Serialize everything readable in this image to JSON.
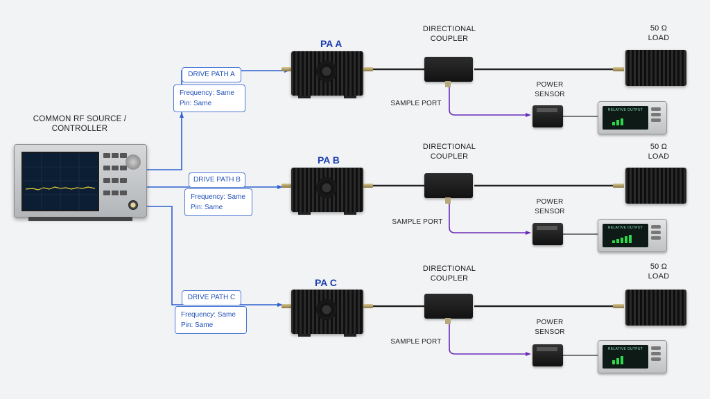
{
  "source": {
    "title_line1": "COMMON RF SOURCE /",
    "title_line2": "CONTROLLER"
  },
  "paths": [
    {
      "drive_label": "DRIVE PATH A",
      "frequency": "Frequency: Same",
      "pin": "Pin: Same",
      "pa_label": "PA A",
      "coupler_line1": "DIRECTIONAL",
      "coupler_line2": "COUPLER",
      "load_line1": "50 Ω",
      "load_line2": "LOAD",
      "sample_port": "SAMPLE PORT",
      "sensor_line1": "POWER",
      "sensor_line2": "SENSOR",
      "meter_label": "RELATIVE OUTPUT"
    },
    {
      "drive_label": "DRIVE PATH B",
      "frequency": "Frequency: Same",
      "pin": "Pin: Same",
      "pa_label": "PA B",
      "coupler_line1": "DIRECTIONAL",
      "coupler_line2": "COUPLER",
      "load_line1": "50 Ω",
      "load_line2": "LOAD",
      "sample_port": "SAMPLE PORT",
      "sensor_line1": "POWER",
      "sensor_line2": "SENSOR",
      "meter_label": "RELATIVE OUTPUT"
    },
    {
      "drive_label": "DRIVE PATH C",
      "frequency": "Frequency: Same",
      "pin": "Pin: Same",
      "pa_label": "PA C",
      "coupler_line1": "DIRECTIONAL",
      "coupler_line2": "COUPLER",
      "load_line1": "50 Ω",
      "load_line2": "LOAD",
      "sample_port": "SAMPLE PORT",
      "sensor_line1": "POWER",
      "sensor_line2": "SENSOR",
      "meter_label": "RELATIVE OUTPUT"
    }
  ],
  "colors": {
    "drive_wire": "#2d5fd0",
    "sample_wire": "#6a2bb8",
    "rf_cable": "#222222",
    "meter_bar": "#2ed84a",
    "pa_title": "#1a3eb0"
  }
}
